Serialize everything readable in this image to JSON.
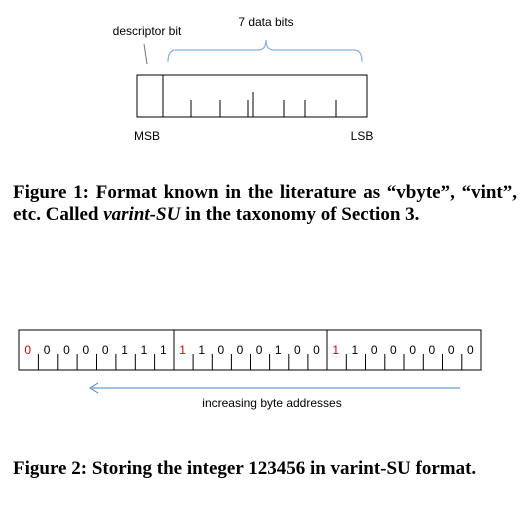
{
  "figure1": {
    "descriptor_label": "descriptor bit",
    "data_bits_label": "7 data bits",
    "msb_label": "MSB",
    "lsb_label": "LSB"
  },
  "caption1": {
    "label": "Figure 1:",
    "text_part1": " Format known in the literature as “vbyte”, “vint”, etc.  Called ",
    "italic": "varint-SU",
    "text_part2": " in the taxonomy of Section 3."
  },
  "figure2": {
    "bits": [
      "0",
      "0",
      "0",
      "0",
      "0",
      "1",
      "1",
      "1",
      "1",
      "1",
      "0",
      "0",
      "0",
      "1",
      "0",
      "0",
      "1",
      "1",
      "0",
      "0",
      "0",
      "0",
      "0",
      "0"
    ],
    "descriptor_color": "#d40000",
    "bit_color": "#000000",
    "arrow_color": "#4a7fc1",
    "arrow_label": "increasing byte addresses"
  },
  "caption2": {
    "label": "Figure 2:",
    "text": " Storing the integer 123456 in varint-SU format."
  }
}
